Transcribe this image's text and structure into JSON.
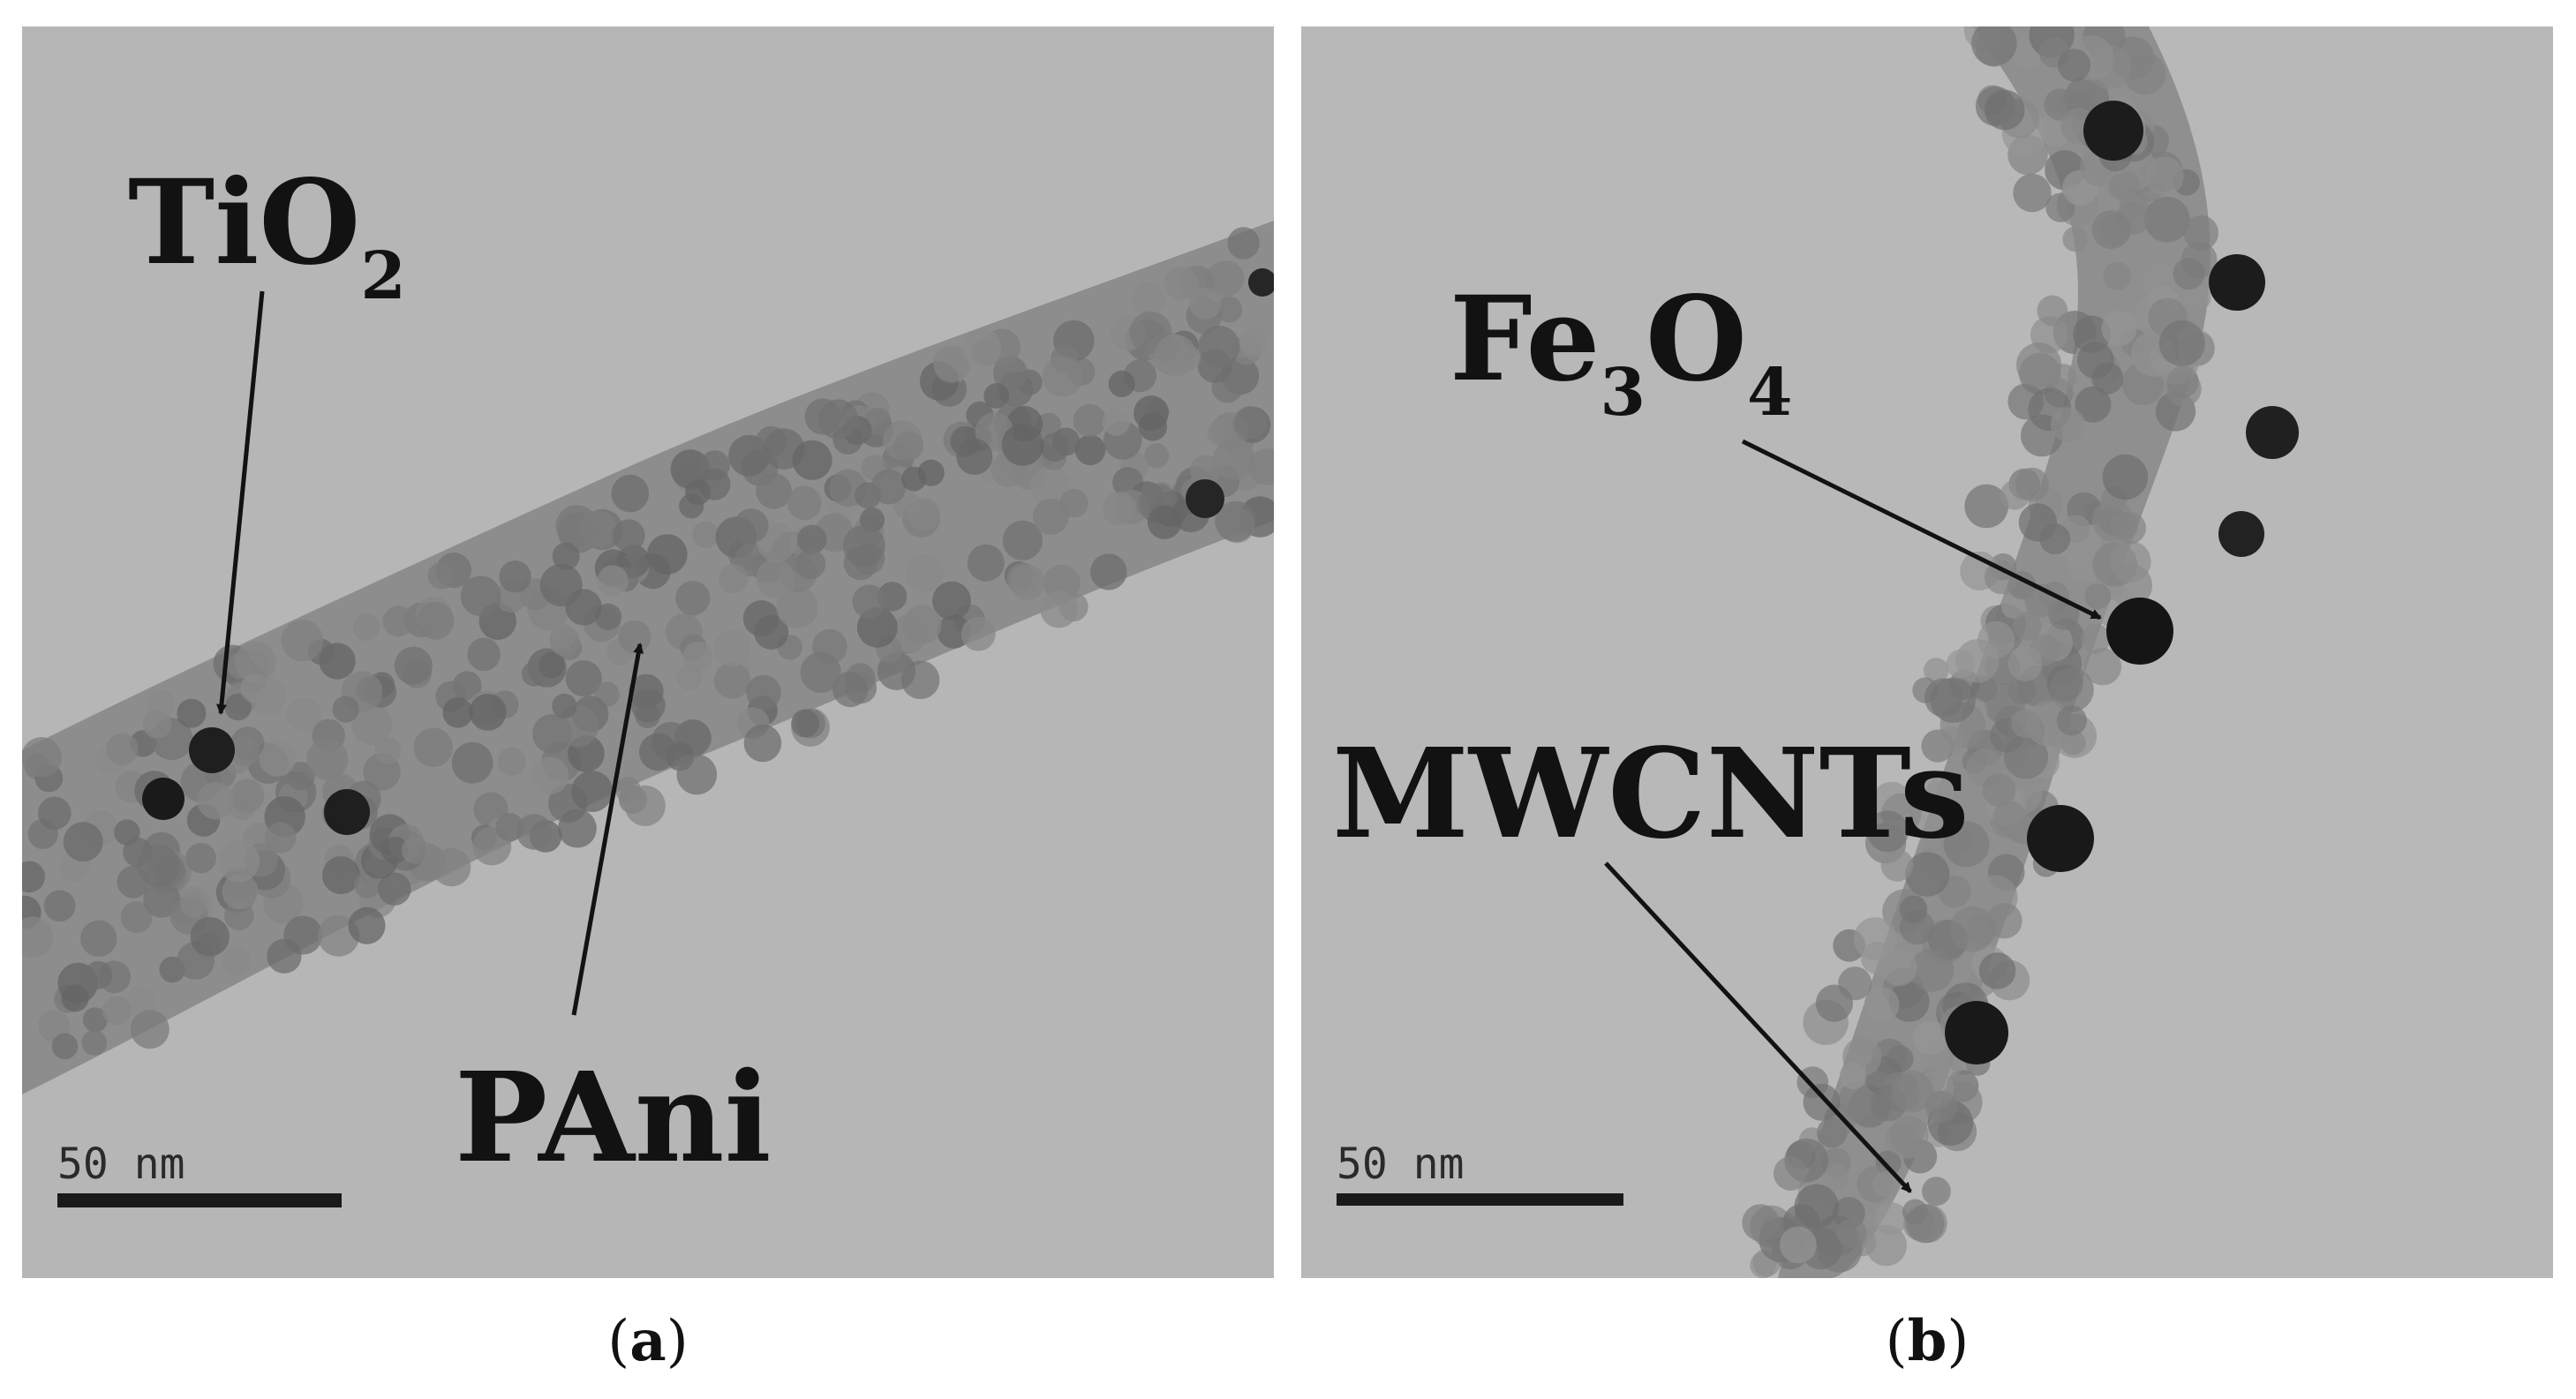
{
  "panels": [
    {
      "label": "a",
      "annotations": {
        "tio2": {
          "main": "TiO",
          "sub": "2"
        },
        "pani": "PAni"
      },
      "scale_bar": "50 nm"
    },
    {
      "label": "b",
      "annotations": {
        "fe3o4": {
          "a": "Fe",
          "b": "3",
          "c": "O",
          "d": "4"
        },
        "mwcnts": "MWCNTs"
      },
      "scale_bar": "50 nm"
    }
  ],
  "colors": {
    "background": "#b4b4b4",
    "particle": "#6e6e6e",
    "dark_particle": "#1e1e1e",
    "text": "#121212"
  }
}
